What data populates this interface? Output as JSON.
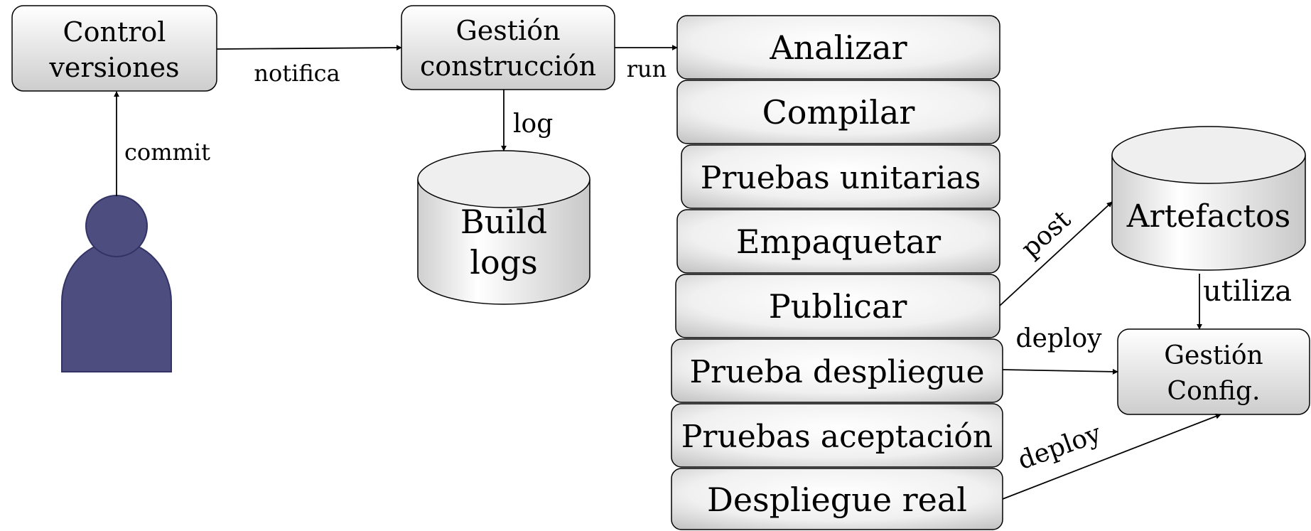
{
  "nodes": {
    "control_versiones": {
      "line1": "Control",
      "line2": "versiones"
    },
    "gestion_construccion": {
      "line1": "Gestión",
      "line2": "construcción"
    },
    "build_logs": {
      "line1": "Build",
      "line2": "logs"
    },
    "artefactos": {
      "label": "Artefactos"
    },
    "gestion_config": {
      "line1": "Gestión",
      "line2": "Config."
    },
    "developer": {
      "icon": "person-icon"
    }
  },
  "pipeline_stages": [
    "Analizar",
    "Compilar",
    "Pruebas unitarias",
    "Empaquetar",
    "Publicar",
    "Prueba despliegue",
    "Pruebas aceptación",
    "Despliegue real"
  ],
  "edges": {
    "commit": "commit",
    "notifica": "notifica",
    "run": "run",
    "log": "log",
    "post": "post",
    "utiliza": "utiliza",
    "deploy_test": "deploy",
    "deploy_real": "deploy"
  },
  "colors": {
    "person_fill": "#4d4d80",
    "box_light": "#ffffff",
    "box_dark": "#cfcfcf"
  }
}
